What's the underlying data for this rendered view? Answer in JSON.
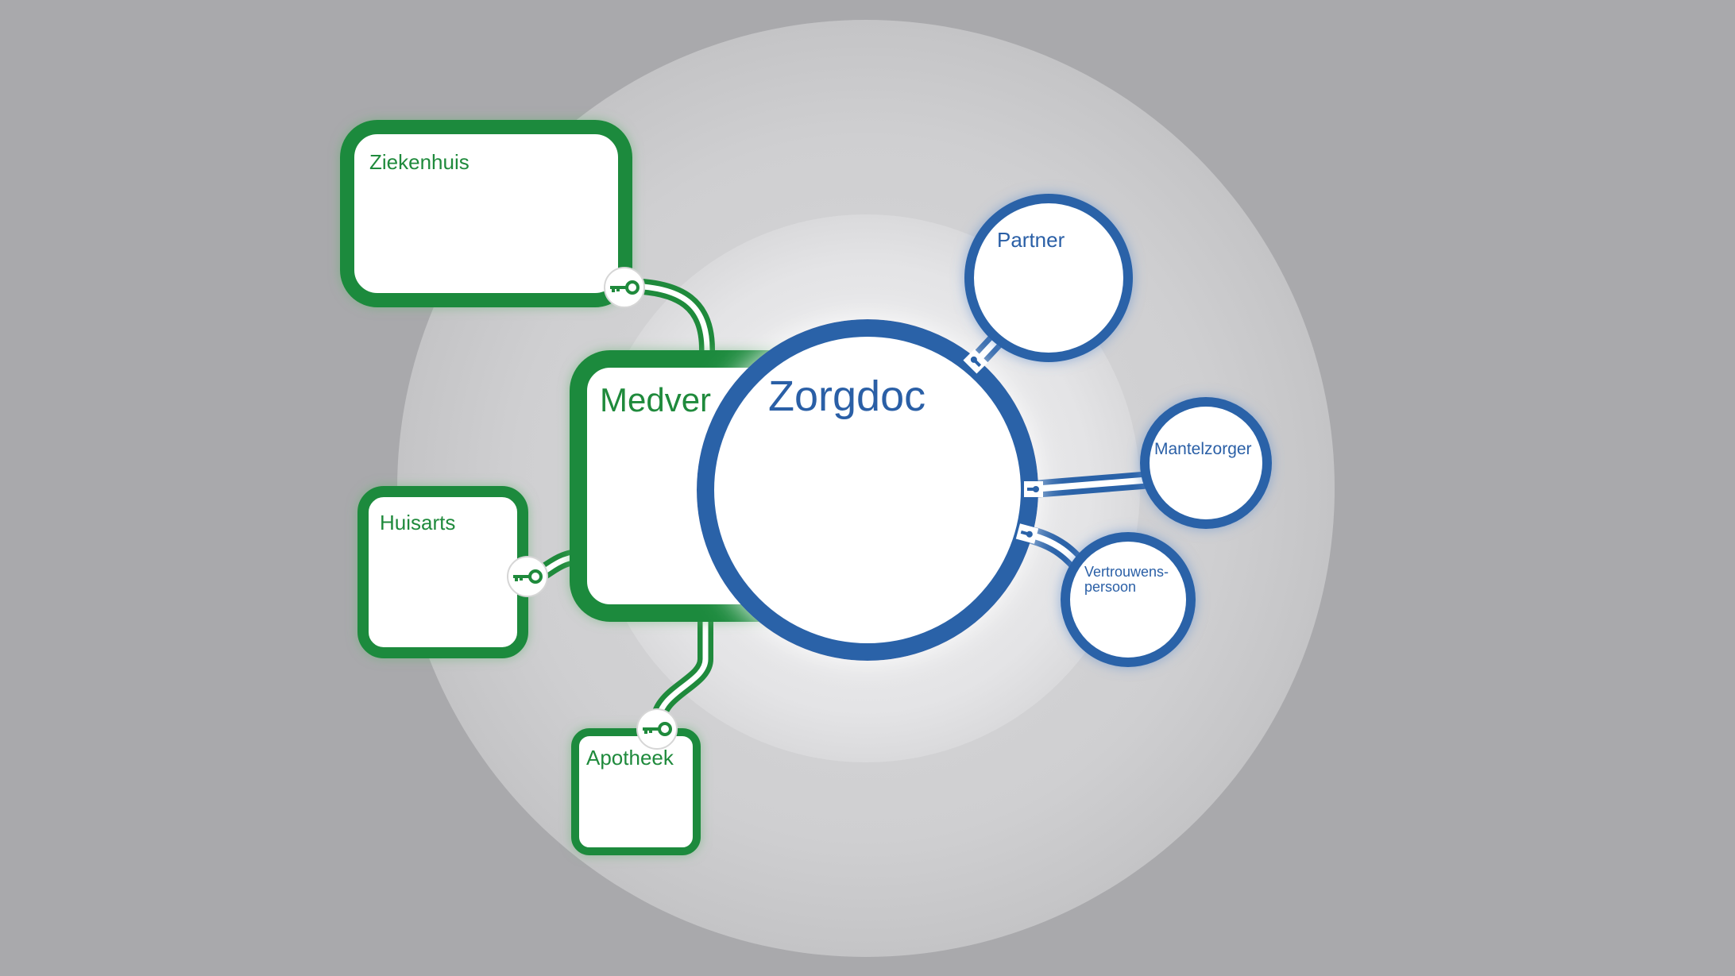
{
  "colors": {
    "background": "#a9a9ac",
    "green": "#1f8a3c",
    "blue": "#2a62a8",
    "node_fill": "#ffffff"
  },
  "nodes": {
    "ziekenhuis": {
      "label": "Ziekenhuis",
      "kind": "green-box"
    },
    "huisarts": {
      "label": "Huisarts",
      "kind": "green-box"
    },
    "apotheek": {
      "label": "Apotheek",
      "kind": "green-box"
    },
    "medver": {
      "label": "Medver",
      "kind": "green-box"
    },
    "zorgdoc": {
      "label": "Zorgdoc",
      "kind": "blue-circle"
    },
    "partner": {
      "label": "Partner",
      "kind": "blue-circle"
    },
    "mantelzorger": {
      "label": "Mantelzorger",
      "kind": "blue-circle"
    },
    "vertrouwenspersoon": {
      "label_line1": "Vertrouwens-",
      "label_line2": "persoon",
      "kind": "blue-circle"
    }
  },
  "connectors": {
    "green_links": [
      "ziekenhuis-medver",
      "huisarts-medver",
      "apotheek-medver"
    ],
    "blue_links": [
      "zorgdoc-partner",
      "zorgdoc-mantelzorger",
      "zorgdoc-vertrouwenspersoon"
    ],
    "key_icons": [
      "key-icon",
      "key-icon",
      "key-icon"
    ],
    "lock_icons": [
      "lock-icon",
      "lock-icon",
      "lock-icon"
    ]
  }
}
